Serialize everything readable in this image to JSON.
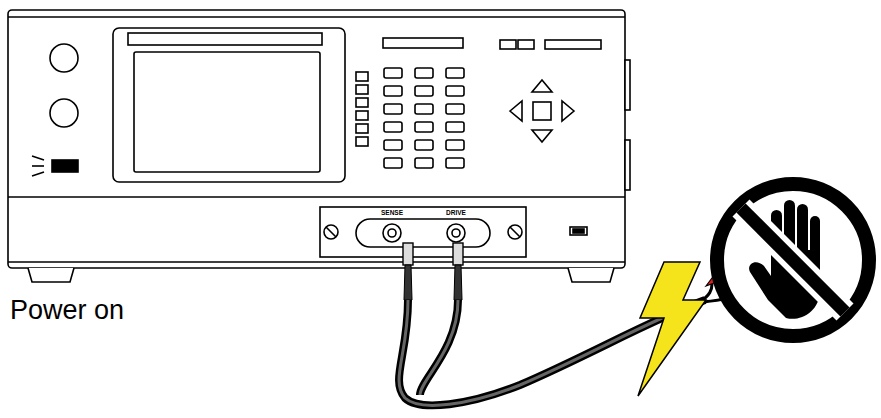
{
  "diagram": {
    "labels": [
      "Power on",
      "SENSE",
      "DRIVE"
    ]
  }
}
